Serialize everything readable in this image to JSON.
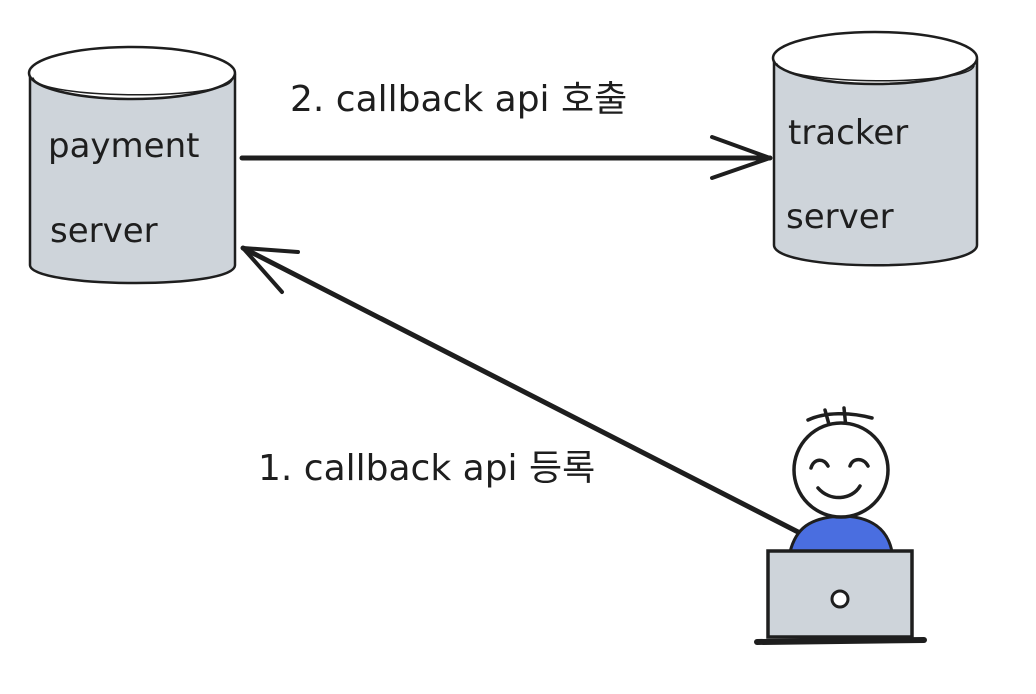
{
  "nodes": {
    "payment": {
      "line1": "payment",
      "line2": "server"
    },
    "tracker": {
      "line1": "tracker",
      "line2": "server"
    }
  },
  "edges": {
    "register": "1. callback api 등록",
    "invoke": "2. callback api 호출"
  },
  "colors": {
    "cylinder_fill": "#ced4da",
    "stroke": "#1e1e1e",
    "shirt": "#4a6ee0",
    "laptop": "#ced4da"
  },
  "icons": {
    "user": "person-with-laptop-icon"
  }
}
